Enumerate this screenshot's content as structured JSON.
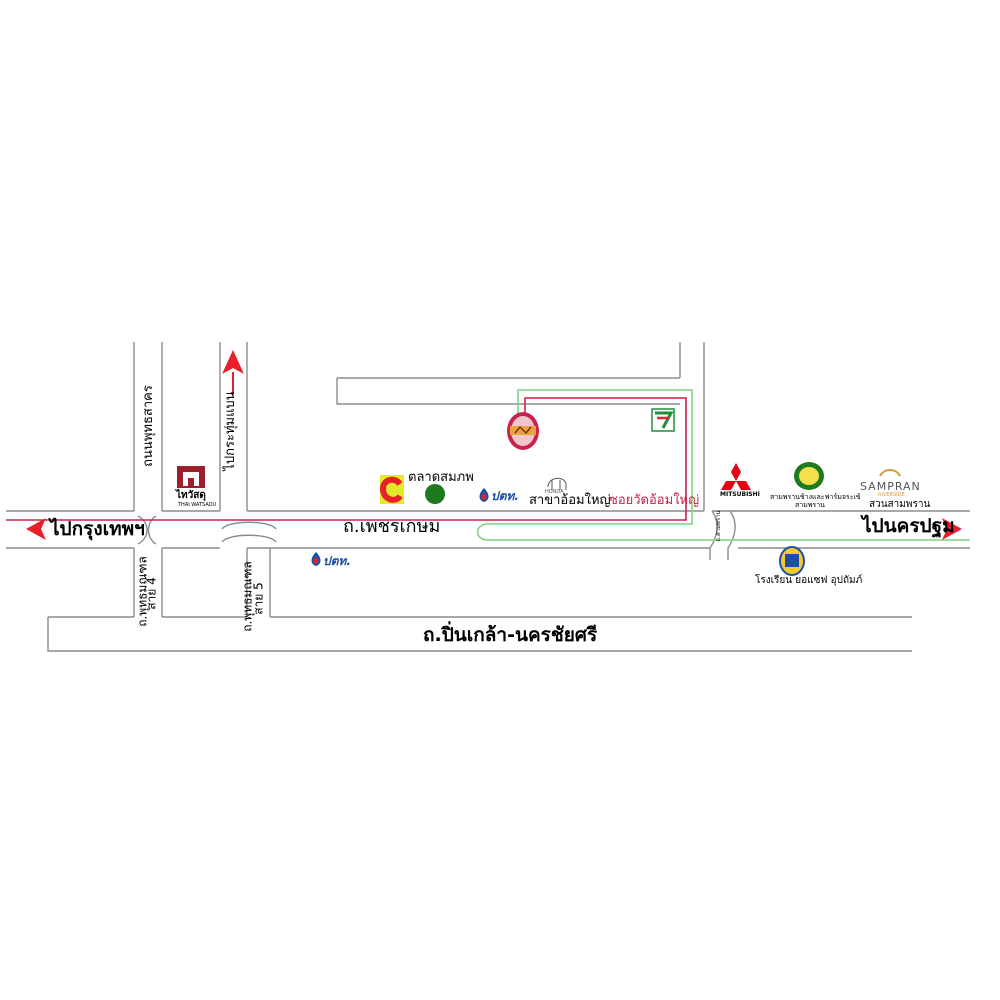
{
  "roads": {
    "main_highway": "ถ.เพชรเกษม",
    "southern_road": "ถ.ปิ่นเกล้า-นครชัยศรี",
    "puttharaksa_road": "ถนนพุทธสาคร",
    "krathum_baen": "ไปกระทุ่มแบน",
    "phutthamonthon_4_line1": "ถ.พุทธมณฑล",
    "phutthamonthon_4_line2": "สาย 4",
    "phutthamonthon_5_line1": "ถ.พุทธมณฑล",
    "phutthamonthon_5_line2": "สาย 5",
    "small_side_road": "ถ.สามพราน"
  },
  "directions": {
    "west": "ไปกรุงเทพฯ",
    "east": "ไปนครปฐม"
  },
  "landmarks": {
    "market": "ตลาดสมภพ",
    "branch": "สาขาอ้อมใหญ่",
    "soi": "ซอยวัดอ้อมใหญ่",
    "thaiwatsadu": "ไทวัสดุ",
    "thaiwatsadu_sub": "THAI WATSADU",
    "honda": "HONDA",
    "mitsubishi": "MITSUBISHI",
    "elephant_farm_line1": "สามพรานช้างและฟาร์มจระเข้",
    "elephant_farm_line2": "สามพราน",
    "sampran_line1": "SAMPRAN",
    "sampran_line2": "RIVERSIDE",
    "sampran_thai": "สวนสามพราน",
    "school": "โรงเรียน ยอแซฟ อุปถัมภ์",
    "ptt_1": "ปตท.",
    "ptt_2": "ปตท."
  },
  "colors": {
    "road_line": "#8c8c8c",
    "route_red": "#c8234b",
    "route_green": "#7fd47f",
    "arrow_red": "#e8202a",
    "ptt_blue": "#1d4fa3",
    "thaiwatsadu_red": "#9c1f2e",
    "market_green": "#1f7a1f",
    "mitsubishi_red": "#e60012",
    "seven_green": "#1f8f3a"
  },
  "icons": {
    "north_arrow": "arrow-up-icon",
    "west_arrow": "arrow-left-icon",
    "east_arrow": "arrow-right-icon"
  }
}
